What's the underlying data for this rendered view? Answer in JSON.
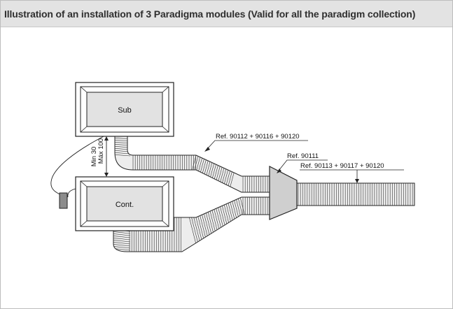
{
  "header": {
    "title": "Illustration of an installation of 3 Paradigma modules (Valid for all the paradigm collection)"
  },
  "diagram": {
    "modules": [
      {
        "id": "sub",
        "label": "Sub"
      },
      {
        "id": "cont",
        "label": "Cont."
      }
    ],
    "separation": {
      "min": "Min 30",
      "max": "Máx 100"
    },
    "references": [
      {
        "id": "ducts-upper",
        "label": "Ref. 90112 + 90116 + 90120"
      },
      {
        "id": "adapter",
        "label": "Ref. 90111"
      },
      {
        "id": "duct-outlet",
        "label": "Ref. 90113 + 90117 + 90120"
      }
    ],
    "colors": {
      "line": "#222222",
      "panel_inner": "#e2e2e2",
      "duct_fill": "#ededed",
      "adapter_fill": "#cfcfcf",
      "header_bg": "#e3e3e3",
      "controller_fill": "#8c8c8c"
    }
  }
}
